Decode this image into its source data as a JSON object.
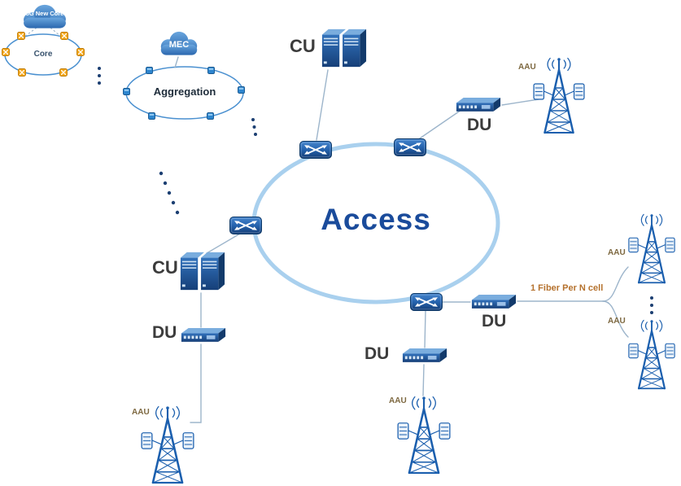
{
  "labels": {
    "core_cloud": "5G New Core",
    "core_ring": "Core",
    "mec_cloud": "MEC",
    "aggregation_ring": "Aggregation",
    "access_ring": "Access",
    "cu_top": "CU",
    "du_top_right": "DU",
    "aau_top_right": "AAU",
    "cu_left": "CU",
    "du_left": "DU",
    "aau_bottom_left": "AAU",
    "du_bottom_center": "DU",
    "aau_bottom_center": "AAU",
    "du_bottom_right": "DU",
    "aau_right_top": "AAU",
    "aau_right_bottom": "AAU",
    "fiber_note": "1 Fiber Per N cell"
  },
  "icons": {
    "cloud": "cloud-icon",
    "router": "router-node-icon",
    "server": "server-rack-icon",
    "switch": "switch-box-icon",
    "tower": "cell-tower-icon",
    "core_node": "core-ring-node-icon",
    "agg_node": "aggregation-ring-node-icon",
    "ellipsis": "ellipsis-dots"
  },
  "colors": {
    "access_ring": "#a9d0ee",
    "access_text": "#1a4b9b",
    "ring_stroke": "#4a90d0",
    "device_blue": "#2563ae",
    "device_dark": "#163f78",
    "tower_blue": "#1b5fae",
    "node_orange": "#f3a71b",
    "node_blue": "#2e86cf",
    "label_text": "#3c3c3c",
    "aau_label": "#7d6840",
    "fiber_note": "#b5722e",
    "connector": "#9db5cb",
    "dots": "#1c3f72"
  }
}
